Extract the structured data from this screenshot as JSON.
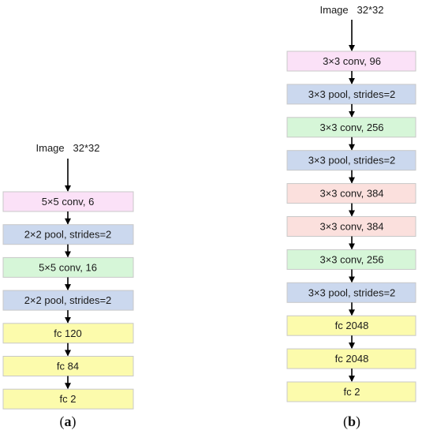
{
  "colors": {
    "conv_pink": "#fbe1f7",
    "pool_blue": "#cbd8ee",
    "conv_green": "#d6f6d8",
    "conv_red": "#fbe0dd",
    "fc_yellow": "#fcfbac",
    "box_border": "#c8c8c8",
    "arrow": "#000000"
  },
  "panels": [
    {
      "id": "a",
      "caption_open": "(",
      "caption_letter": "a",
      "caption_close": ")",
      "input_label": "Image   32*32",
      "layers": [
        {
          "label": "5×5 conv, 6",
          "kind": "conv_pink"
        },
        {
          "label": "2×2 pool, strides=2",
          "kind": "pool_blue"
        },
        {
          "label": "5×5 conv, 16",
          "kind": "conv_green"
        },
        {
          "label": "2×2 pool, strides=2",
          "kind": "pool_blue"
        },
        {
          "label": "fc 120",
          "kind": "fc_yellow"
        },
        {
          "label": "fc 84",
          "kind": "fc_yellow"
        },
        {
          "label": "fc 2",
          "kind": "fc_yellow"
        }
      ]
    },
    {
      "id": "b",
      "caption_open": "(",
      "caption_letter": "b",
      "caption_close": ")",
      "input_label": "Image   32*32",
      "layers": [
        {
          "label": "3×3 conv, 96",
          "kind": "conv_pink"
        },
        {
          "label": "3×3 pool, strides=2",
          "kind": "pool_blue"
        },
        {
          "label": "3×3 conv, 256",
          "kind": "conv_green"
        },
        {
          "label": "3×3 pool, strides=2",
          "kind": "pool_blue"
        },
        {
          "label": "3×3 conv, 384",
          "kind": "conv_red"
        },
        {
          "label": "3×3 conv, 384",
          "kind": "conv_red"
        },
        {
          "label": "3×3 conv, 256",
          "kind": "conv_green"
        },
        {
          "label": "3×3 pool, strides=2",
          "kind": "pool_blue"
        },
        {
          "label": "fc 2048",
          "kind": "fc_yellow"
        },
        {
          "label": "fc 2048",
          "kind": "fc_yellow"
        },
        {
          "label": "fc 2",
          "kind": "fc_yellow"
        }
      ]
    }
  ]
}
